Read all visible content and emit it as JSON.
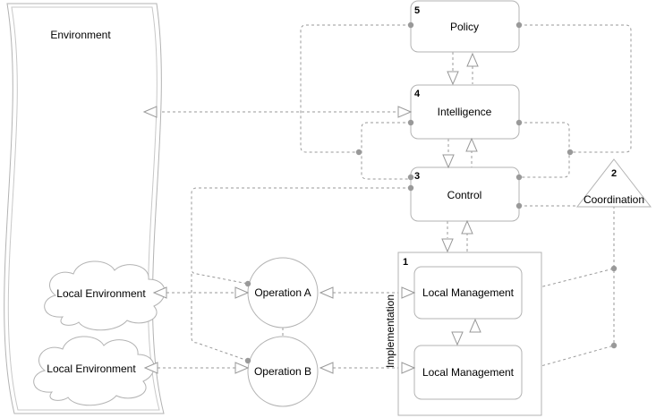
{
  "environment": {
    "label": "Environment"
  },
  "systems": [
    {
      "number": "5",
      "label": "Policy"
    },
    {
      "number": "4",
      "label": "Intelligence"
    },
    {
      "number": "3",
      "label": "Control"
    },
    {
      "number": "2",
      "label": "Coordination"
    },
    {
      "number": "1",
      "label": "Implementation"
    }
  ],
  "management_units": [
    "Local Management",
    "Local Management"
  ],
  "operations": [
    "Operation A",
    "Operation B"
  ],
  "local_environments": [
    "Local Environment",
    "Local Environment"
  ],
  "colors": {
    "stroke": "#b3b3b3",
    "connector": "#999999",
    "fill": "#ffffff"
  }
}
